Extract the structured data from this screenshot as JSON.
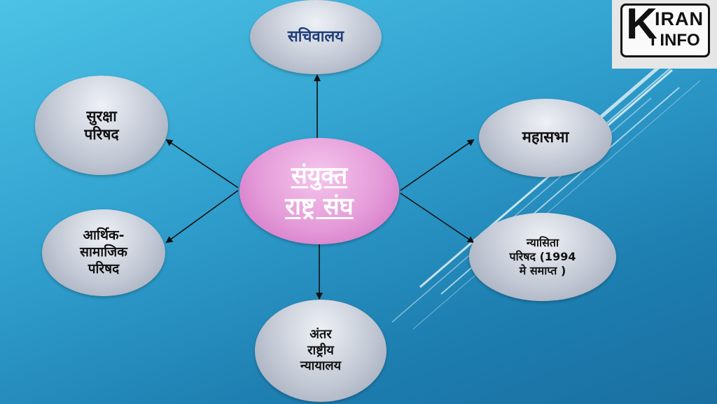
{
  "center": {
    "line1": "संयुक्त",
    "line2": "राष्ट्र संघ"
  },
  "nodes": {
    "secretariat": "सचिवालय",
    "security_council": "सुरक्षा\nपरिषद",
    "general_assembly": "महासभा",
    "ecosoc": "आर्थिक-\nसामाजिक\nपरिषद",
    "trusteeship": "न्यासिता\nपरिषद (1994\nमे समाप्त )",
    "icj": "अंतर\nराष्ट्रीय\nन्यायालय"
  },
  "logo": {
    "k": "K",
    "line1": "IRAN",
    "line2": "I INFO"
  },
  "colors": {
    "background": "#2e9ccb",
    "center_node": "#e49ad8",
    "outer_node": "#c2c8d4",
    "secretariat_text": "#1f3d7a",
    "arrow": "#111111"
  }
}
